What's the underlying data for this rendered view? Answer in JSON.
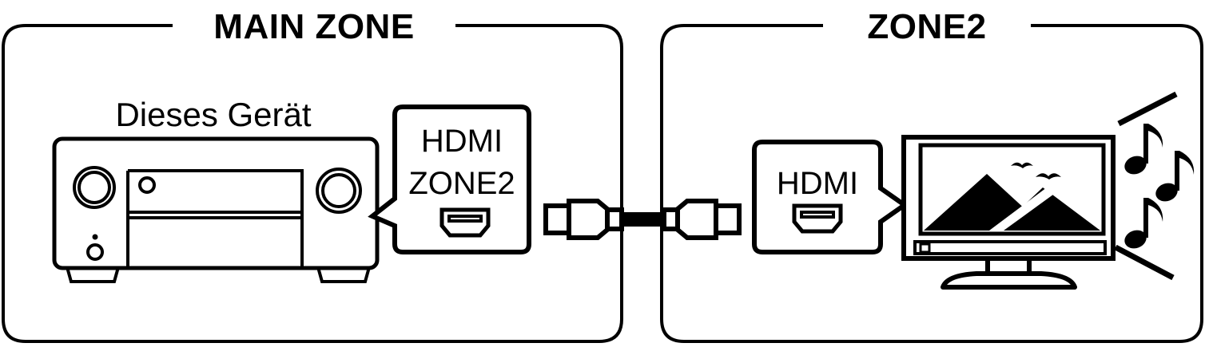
{
  "diagram": {
    "type": "connection-diagram",
    "description": "HDMI ZONE2 connection between AV receiver and ZONE2 television",
    "stroke_color": "#000000",
    "background_color": "#ffffff"
  },
  "zones": [
    {
      "id": "main-zone",
      "title": "MAIN ZONE",
      "devices": [
        {
          "id": "av-receiver",
          "label": "Dieses Gerät",
          "icon": "av-receiver-icon"
        }
      ],
      "ports": [
        {
          "id": "hdmi-zone2-port",
          "line1": "HDMI",
          "line2": "ZONE2",
          "icon": "hdmi-port-icon"
        }
      ]
    },
    {
      "id": "zone2",
      "title": "ZONE2",
      "devices": [
        {
          "id": "television",
          "label": "",
          "icon": "tv-icon"
        }
      ],
      "ports": [
        {
          "id": "hdmi-port",
          "line1": "HDMI",
          "line2": "",
          "icon": "hdmi-port-icon"
        }
      ]
    }
  ],
  "cable": {
    "id": "hdmi-cable",
    "icon": "hdmi-cable-icon",
    "label": ""
  },
  "sound": {
    "id": "sound-indicator",
    "icon": "music-notes-icon",
    "note_count": 3
  }
}
